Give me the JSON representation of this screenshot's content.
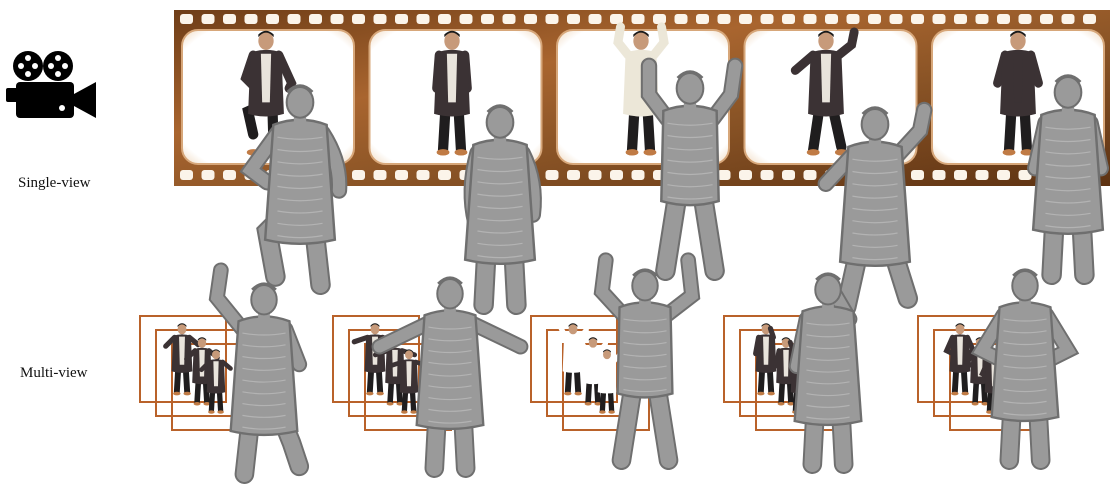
{
  "labels": {
    "single_view": "Single-view",
    "multi_view": "Multi-view"
  },
  "colors": {
    "film_brown": "#8a5426",
    "film_rust": "#b06a34",
    "film_frame_border": "#d7a77a",
    "frame_outline": "#b9622a",
    "mesh_gray": "#9a9a9a",
    "mesh_shadow": "#6f6f6f",
    "coat_dark": "#3b3234",
    "camera_icon": "#000000"
  },
  "icons": {
    "camera": "movie-camera-icon"
  },
  "single_view": {
    "film_frames": [
      {
        "pose": "leg-raised"
      },
      {
        "pose": "standing-turned"
      },
      {
        "pose": "arms-up"
      },
      {
        "pose": "dance-lean"
      },
      {
        "pose": "back-view"
      }
    ]
  },
  "multi_view": {
    "groups": [
      {
        "pose": "arm-raised-lean"
      },
      {
        "pose": "arms-out"
      },
      {
        "pose": "arms-up"
      },
      {
        "pose": "hand-to-face"
      },
      {
        "pose": "hands-on-hips"
      }
    ]
  }
}
